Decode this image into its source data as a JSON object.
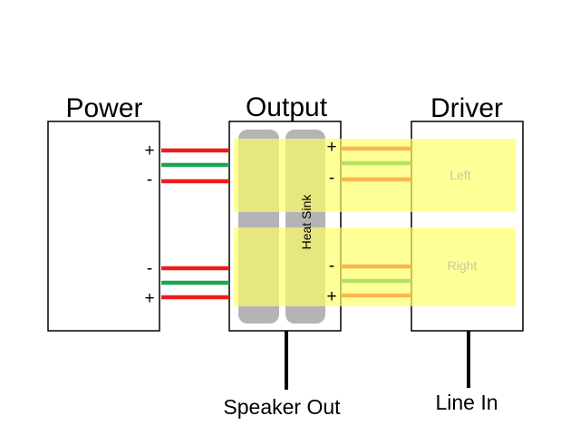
{
  "blocks": {
    "power": {
      "title": "Power",
      "plus": "+",
      "minus": "-"
    },
    "output": {
      "title": "Output",
      "plus": "+",
      "minus": "-"
    },
    "driver": {
      "title": "Driver"
    }
  },
  "heat_sink": {
    "label": "Heat Sink"
  },
  "channels": {
    "left": "Left",
    "right": "Right"
  },
  "connectors": {
    "speaker_out": "Speaker Out",
    "line_in": "Line In"
  },
  "colors": {
    "wire_positive": "#ee1c1c",
    "wire_ground": "#1aa650",
    "highlight": "#ffff66",
    "heat_sink": "#b4b4b4",
    "channel_text": "#c8c8a0"
  }
}
